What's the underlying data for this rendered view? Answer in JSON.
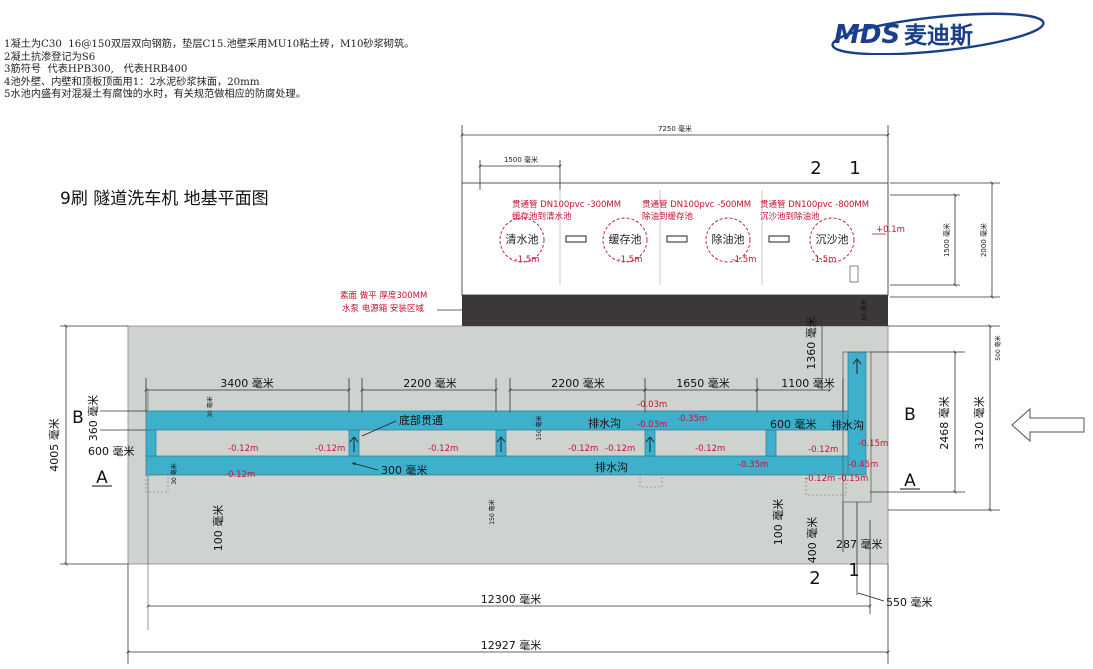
{
  "notes": [
    "1凝土为C30  16@150双层双向钢筋，垫层C15.池壁采用MU10粘土砖，M10砂浆砌筑。",
    "2凝土抗渗登记为S6",
    "3筋符号  代表HPB300,   代表HRB400",
    "4池外壁、内壁和顶板顶面用1：2水泥砂浆抹面，20mm",
    "5水池内盛有对混凝土有腐蚀的水时，有关规范做相应的防腐处理。"
  ],
  "logo": {
    "latin": "MDS",
    "chinese": "麦迪斯"
  },
  "title": "9刷  隧道洗车机 地基平面图",
  "colors": {
    "slab": "#cfd3cf",
    "channel": "#3fb0cc",
    "dark_strip": "#3d3838",
    "red": "#c8102e"
  },
  "tanks": {
    "overall_dim": "7250 毫米",
    "first_dim": "1500 毫米",
    "height_dim_inner": "1500 毫米",
    "height_dim_outer": "2000 毫米",
    "top_level": "+0.1m",
    "pools": [
      {
        "name": "清水池",
        "level": "-1.5m"
      },
      {
        "name": "缓存池",
        "level": "-1.5m"
      },
      {
        "name": "除油池",
        "level": "-1.5m"
      },
      {
        "name": "沉沙池",
        "level": "-1.5m"
      }
    ],
    "pipes": [
      {
        "line1": "贯通管  DN100pvc -300MM",
        "line2": "缓存池到清水池"
      },
      {
        "line1": "贯通管  DN100pvc -500MM",
        "line2": "除油到缓存池"
      },
      {
        "line1": "贯通管  DN100pvc -800MM",
        "line2": "沉沙池到除油池"
      }
    ],
    "section_left": "2",
    "section_right": "1"
  },
  "dark_strip": {
    "note1": "素面 做平 厚度300MM",
    "note2": "水泵 电源箱 安装区域",
    "dim_small": "85 毫米",
    "dim_right": "500 毫米"
  },
  "plan": {
    "top_dims": [
      "3400 毫米",
      "2200 毫米",
      "2200 毫米",
      "1650 毫米",
      "1100 毫米"
    ],
    "dim_1360": "1360 毫米",
    "dim_360": "360 毫米",
    "dim_30a": "30 毫米",
    "dim_30b": "30 毫米",
    "dim_150a": "150 毫米",
    "dim_150b": "150 毫米",
    "dim_600_left": "600 毫米",
    "dim_600_right": "600 毫米",
    "dim_300": "300 毫米",
    "dim_100_left": "100 毫米",
    "dim_100_right": "100 毫米",
    "dim_400": "400 毫米",
    "dim_287": "287 毫米",
    "dim_550": "550 毫米",
    "dim_4005": "4005 毫米",
    "dim_2468": "2468 毫米",
    "dim_3120": "3120 毫米",
    "dim_12300": "12300 毫米",
    "dim_12927": "12927 毫米",
    "bottom_through": "底部贯通",
    "drain_upper": "排水沟",
    "drain_lower": "排水沟",
    "drain_right": "排水沟",
    "sec_A_left": "A",
    "sec_B_left": "B",
    "sec_A_right": "A",
    "sec_B_right": "B",
    "sec_2_bottom": "2",
    "sec_1_bottom": "1",
    "levels_upper": [
      "-0.03m",
      "-0.03m",
      "-0.35m"
    ],
    "levels_lower": [
      "-0.12m",
      "-0.12m",
      "-0.12m",
      "-0.12m",
      "-0.12m",
      "-0.12m",
      "-0.35m"
    ],
    "level_left_low": "-0.12m",
    "levels_right": [
      "-0.12m",
      "-0.15m",
      "-0.45m",
      "-0.12m",
      "-0.15m"
    ]
  }
}
